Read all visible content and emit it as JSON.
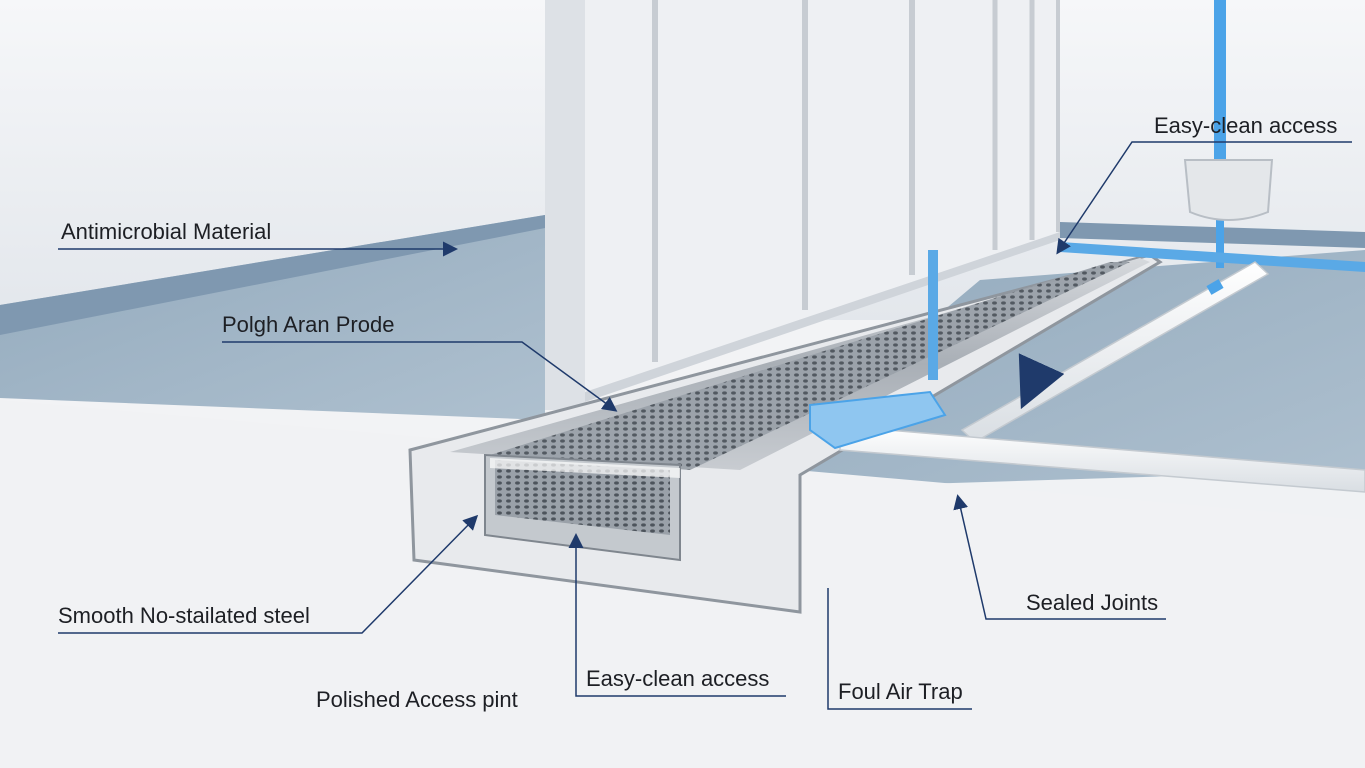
{
  "labels": {
    "antimicrobial_material": "Antimicrobial Material",
    "polgh_aran_prode": "Polgh Aran Prode",
    "easy_clean_access_top": "Easy-clean access",
    "smooth_steel": "Smooth No-stailated steel",
    "polished_access_point": "Polished Access pint",
    "easy_clean_access_bottom": "Easy-clean access",
    "foul_air_trap": "Foul Air Trap",
    "sealed_joints": "Sealed Joints"
  },
  "colors": {
    "leader_line": "#1f3a6b",
    "floor_blue": "#9fb4c6",
    "pipe_blue": "#5aa9e6",
    "steel": "#b7bcc2"
  }
}
